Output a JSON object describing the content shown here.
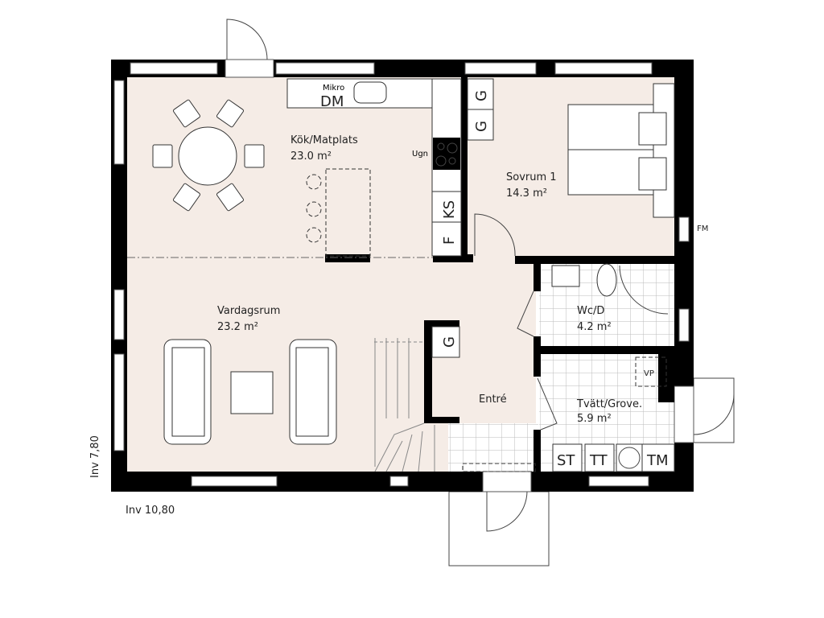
{
  "rooms": {
    "kitchen": {
      "name": "Kök/Matplats",
      "area": "23.0 m²"
    },
    "living": {
      "name": "Vardagsrum",
      "area": "23.2 m²"
    },
    "bedroom": {
      "name": "Sovrum 1",
      "area": "14.3 m²"
    },
    "wc": {
      "name": "Wc/D",
      "area": "4.2 m²"
    },
    "laundry": {
      "name": "Tvätt/Grove.",
      "area": "5.9 m²"
    },
    "entrance": {
      "name": "Entré"
    }
  },
  "fixtures": {
    "microwave": "Mikro",
    "dishwasher": "DM",
    "oven": "Ugn",
    "fridge_freezer": "KS",
    "freezer": "F",
    "wardrobe": "G",
    "heat_pump": "VP",
    "drying_cabinet": "ST",
    "tumble_dryer": "TT",
    "washing_machine": "TM",
    "meter": "FM"
  },
  "dimensions": {
    "width": "Inv 10,80",
    "depth": "Inv 7,80"
  },
  "colors": {
    "floor": "#f5ece6",
    "wall": "#000000",
    "tile": "#ffffff"
  }
}
